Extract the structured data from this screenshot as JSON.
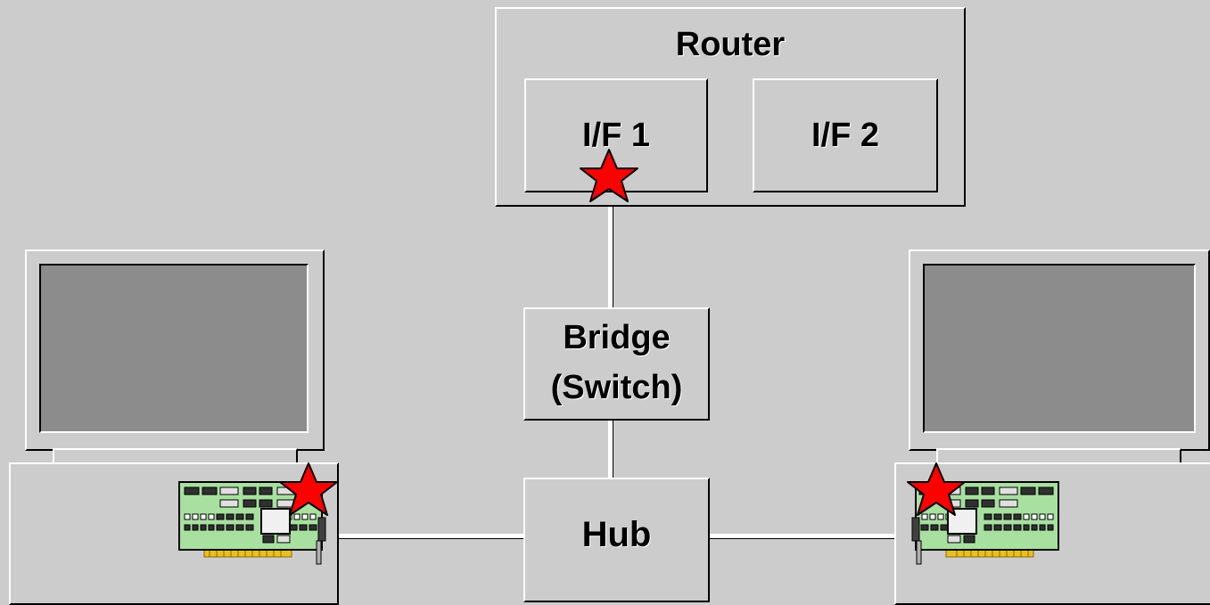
{
  "diagram": {
    "router": {
      "title": "Router",
      "interface_1": "I/F 1",
      "interface_2": "I/F 2"
    },
    "bridge": {
      "line1": "Bridge",
      "line2": "(Switch)"
    },
    "hub": {
      "label": "Hub"
    }
  },
  "colors": {
    "background": "#cccccc",
    "screen": "#8c8c8c",
    "star": "#ff0000",
    "nic_board": "#a8e0a0",
    "nic_connector": "#e8c020"
  },
  "icons": [
    "computer-left-icon",
    "computer-right-icon",
    "nic-card-icon",
    "collision-star-icon"
  ]
}
